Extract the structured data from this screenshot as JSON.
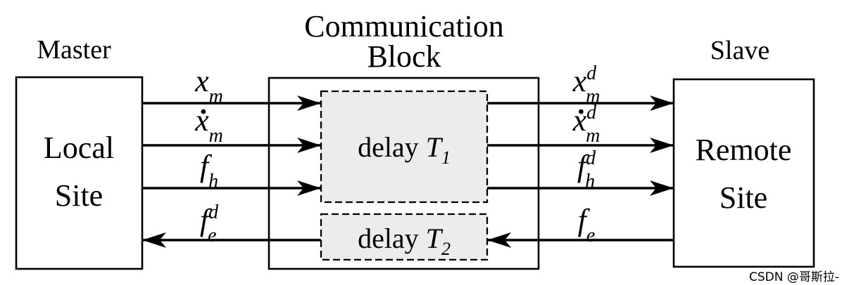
{
  "diagram": {
    "master_label": "Master",
    "slave_label": "Slave",
    "communication_title": [
      "Communication",
      "Block"
    ],
    "master_box_lines": [
      "Local",
      "Site"
    ],
    "slave_box_lines": [
      "Remote",
      "Site"
    ],
    "delays": [
      {
        "prefix": "delay",
        "symbol": "T",
        "sub": "1"
      },
      {
        "prefix": "delay",
        "symbol": "T",
        "sub": "2"
      }
    ],
    "signals": [
      {
        "id": "x_m",
        "base": "x",
        "dot": false,
        "sub": "m",
        "sup": "",
        "direction": "forward"
      },
      {
        "id": "xdot_m",
        "base": "x",
        "dot": true,
        "sub": "m",
        "sup": "",
        "direction": "forward"
      },
      {
        "id": "f_h",
        "base": "f",
        "dot": false,
        "sub": "h",
        "sup": "",
        "direction": "forward"
      },
      {
        "id": "f_e_d",
        "base": "f",
        "dot": false,
        "sub": "e",
        "sup": "d",
        "direction": "backward"
      },
      {
        "id": "x_m_d",
        "base": "x",
        "dot": false,
        "sub": "m",
        "sup": "d",
        "direction": "forward"
      },
      {
        "id": "xdot_m_d",
        "base": "x",
        "dot": true,
        "sub": "m",
        "sup": "d",
        "direction": "forward"
      },
      {
        "id": "f_h_d",
        "base": "f",
        "dot": false,
        "sub": "h",
        "sup": "d",
        "direction": "forward"
      },
      {
        "id": "f_e",
        "base": "f",
        "dot": false,
        "sub": "e",
        "sup": "",
        "direction": "backward"
      }
    ]
  },
  "watermark": "CSDN @哥斯拉-",
  "colors": {
    "stroke": "#000000",
    "delay_fill": "#ececec",
    "watermark": "#c6baba"
  }
}
